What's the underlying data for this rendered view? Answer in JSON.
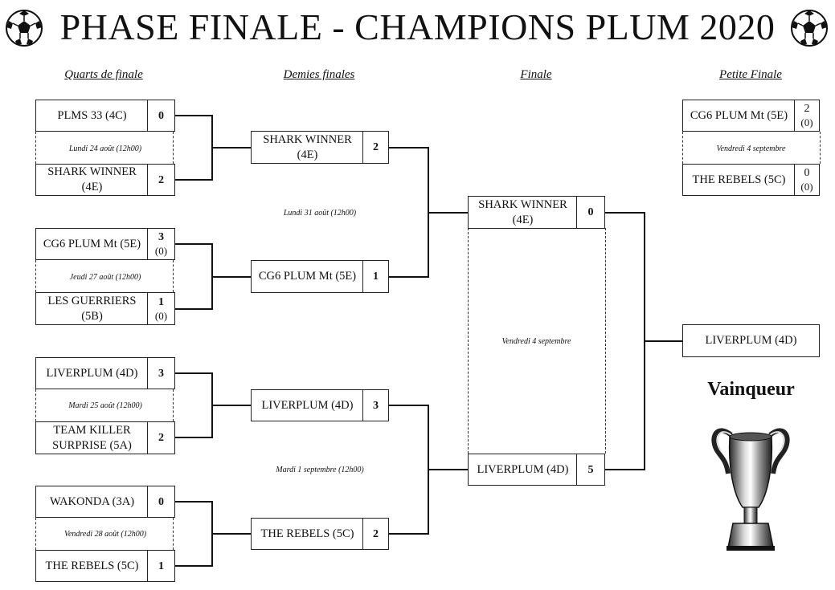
{
  "title": "PHASE FINALE - CHAMPIONS PLUM 2020",
  "icons": [
    "soccer-ball-icon",
    "soccer-ball-icon",
    "trophy-icon"
  ],
  "headings": {
    "quarters": "Quarts de finale",
    "semis": "Demies finales",
    "final": "Finale",
    "third": "Petite Finale"
  },
  "quarters": [
    {
      "team1": "PLMS 33 (4C)",
      "score1": "0",
      "date": "Lundi 24 août (12h00)",
      "team2": "SHARK WINNER (4E)",
      "score2": "2"
    },
    {
      "team1": "CG6 PLUM Mt (5E)",
      "score1": "3",
      "score1b": "(0)",
      "date": "Jeudi 27 août (12h00)",
      "team2": "LES GUERRIERS (5B)",
      "score2": "1",
      "score2b": "(0)"
    },
    {
      "team1": "LIVERPLUM (4D)",
      "score1": "3",
      "date": "Mardi 25 août (12h00)",
      "team2": "TEAM KILLER SURPRISE (5A)",
      "score2": "2"
    },
    {
      "team1": "WAKONDA (3A)",
      "score1": "0",
      "date": "Vendredi 28 août (12h00)",
      "team2": "THE REBELS (5C)",
      "score2": "1"
    }
  ],
  "semis": [
    {
      "team": "SHARK WINNER (4E)",
      "score": "2"
    },
    {
      "team": "CG6 PLUM Mt (5E)",
      "score": "1"
    },
    {
      "team": "LIVERPLUM (4D)",
      "score": "3"
    },
    {
      "team": "THE REBELS (5C)",
      "score": "2"
    }
  ],
  "semi_dates": [
    "Lundi 31 août (12h00)",
    "Mardi 1 septembre (12h00)"
  ],
  "final": {
    "team1": "SHARK WINNER (4E)",
    "score1": "0",
    "date": "Vendredi 4 septembre",
    "team2": "LIVERPLUM (4D)",
    "score2": "5"
  },
  "third_place": {
    "team1": "CG6 PLUM Mt (5E)",
    "score1": "2",
    "score1b": "(0)",
    "date": "Vendredi 4 septembre",
    "team2": "THE REBELS (5C)",
    "score2": "0",
    "score2b": "(0)"
  },
  "winner": {
    "team": "LIVERPLUM (4D)",
    "label": "Vainqueur"
  }
}
